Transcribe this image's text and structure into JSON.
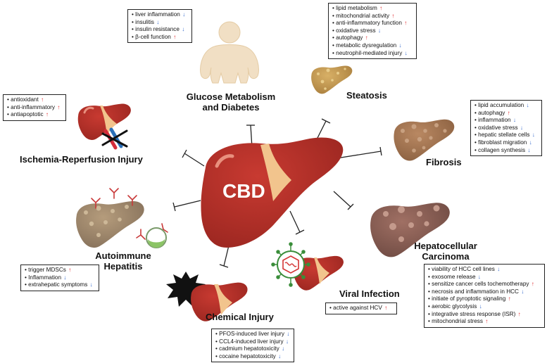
{
  "center": {
    "label": "CBD"
  },
  "colors": {
    "up_arrow": "#e0282b",
    "down_arrow": "#2b63c9",
    "liver": "#b8322b",
    "liver_dark": "#8e231e",
    "gallbladder_band": "#f2c48d",
    "fatty_liver": "#c9a05a",
    "fibrotic_liver": "#a97a55",
    "tumor_liver": "#8f6356"
  },
  "icons": [
    "body-silhouette-icon",
    "liver-icon",
    "virus-icon",
    "antibody-icon",
    "explosion-icon",
    "inhibition-arrow-icon"
  ],
  "sections": [
    {
      "id": "glucose",
      "label_lines": [
        "Glucose Metabolism",
        "and Diabetes"
      ],
      "effects": [
        {
          "text": "liver inflammation",
          "dir": "down"
        },
        {
          "text": "insulitis",
          "dir": "down"
        },
        {
          "text": "insulin resistance",
          "dir": "down"
        },
        {
          "text": "β-cell function",
          "dir": "up"
        }
      ]
    },
    {
      "id": "steatosis",
      "label_lines": [
        "Steatosis"
      ],
      "effects": [
        {
          "text": "lipid metabolism",
          "dir": "up"
        },
        {
          "text": "mitochondrial activity",
          "dir": "up"
        },
        {
          "text": "anti-inflammatory function",
          "dir": "up"
        },
        {
          "text": "oxidative stress",
          "dir": "down"
        },
        {
          "text": "autophagy",
          "dir": "up"
        },
        {
          "text": "metabolic dysregulation",
          "dir": "down"
        },
        {
          "text": "neutrophil-mediated injury",
          "dir": "down"
        }
      ]
    },
    {
      "id": "ischemia",
      "label_lines": [
        "Ischemia-Reperfusion Injury"
      ],
      "effects": [
        {
          "text": "antioxidant",
          "dir": "up"
        },
        {
          "text": "anti-inflammatory",
          "dir": "up"
        },
        {
          "text": "antiapoptotic",
          "dir": "up"
        }
      ]
    },
    {
      "id": "fibrosis",
      "label_lines": [
        "Fibrosis"
      ],
      "effects": [
        {
          "text": "lipid accumulation",
          "dir": "down"
        },
        {
          "text": "autophagy",
          "dir": "up"
        },
        {
          "text": "inflammation",
          "dir": "down"
        },
        {
          "text": "oxidative stress",
          "dir": "down"
        },
        {
          "text": "hepatic stellate cells",
          "dir": "down"
        },
        {
          "text": "fibroblast migration",
          "dir": "down"
        },
        {
          "text": "collagen synthesis",
          "dir": "down"
        }
      ]
    },
    {
      "id": "autoimmune",
      "label_lines": [
        "Autoimmune",
        "Hepatitis"
      ],
      "effects": [
        {
          "text": "trigger MDSCs",
          "dir": "up"
        },
        {
          "text": "Inflammation",
          "dir": "down"
        },
        {
          "text": "extrahepatic symptoms",
          "dir": "down"
        }
      ]
    },
    {
      "id": "hcc",
      "label_lines": [
        "Hepatocellular",
        "Carcinoma"
      ],
      "effects": [
        {
          "text": "viability of  HCC cell lines",
          "dir": "down"
        },
        {
          "text": "exosome release",
          "dir": "down"
        },
        {
          "text": "sensitize cancer cells tochemotherapy",
          "dir": "up"
        },
        {
          "text": "necrosis and inflammation in HCC",
          "dir": "down"
        },
        {
          "text": "initiate of pyroptotic signaling",
          "dir": "up"
        },
        {
          "text": "aerobic glycolysis",
          "dir": "down"
        },
        {
          "text": "integrative stress response (ISR)",
          "dir": "up"
        },
        {
          "text": "mitochondrial stress",
          "dir": "up"
        }
      ]
    },
    {
      "id": "viral",
      "label_lines": [
        "Viral Infection"
      ],
      "effects": [
        {
          "text": "active against HCV",
          "dir": "up"
        }
      ]
    },
    {
      "id": "chemical",
      "label_lines": [
        "Chemical Injury"
      ],
      "effects": [
        {
          "text": "PFOS-induced liver injury",
          "dir": "down"
        },
        {
          "text": "CCL4-induced liver injury",
          "dir": "down"
        },
        {
          "text": "cadmium hepatotoxicity",
          "dir": "down"
        },
        {
          "text": "cocaine hepatotoxicity",
          "dir": "down"
        }
      ]
    }
  ]
}
